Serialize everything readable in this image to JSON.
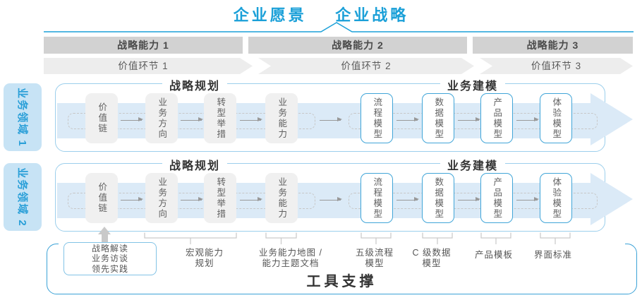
{
  "header": {
    "vision": "企业愿景",
    "strategy": "企业战略",
    "capabilities": [
      {
        "label": "战略能力 1"
      },
      {
        "label": "战略能力 2"
      },
      {
        "label": "战略能力 3"
      }
    ],
    "value_links": [
      {
        "label": "价值环节 1"
      },
      {
        "label": "价值环节 2"
      },
      {
        "label": "价值环节 3"
      }
    ]
  },
  "sidebar": {
    "domains": [
      {
        "label": "业务领域 1"
      },
      {
        "label": "业务领域 2"
      }
    ]
  },
  "row": {
    "planning_title": "战略规划",
    "modeling_title": "业务建模",
    "planning_boxes": [
      {
        "label": "价值链"
      },
      {
        "label": "业务方向"
      },
      {
        "label": "转型举措"
      },
      {
        "label": "业务能力"
      }
    ],
    "modeling_boxes": [
      {
        "label": "流程模型"
      },
      {
        "label": "数据模型"
      },
      {
        "label": "产品模型"
      },
      {
        "label": "体验模型"
      }
    ]
  },
  "footer": {
    "practice_box": {
      "lines": [
        "战略解读",
        "业务访谈",
        "领先实践"
      ]
    },
    "annotations": [
      {
        "lines": [
          "宏观能力",
          "规划"
        ]
      },
      {
        "lines": [
          "业务能力地图 /",
          "能力主题文档"
        ]
      },
      {
        "lines": [
          "五级流程",
          "模型"
        ]
      },
      {
        "lines": [
          "C 级数据",
          "模型"
        ]
      },
      {
        "lines": [
          "产品模板"
        ]
      },
      {
        "lines": [
          "界面标准"
        ]
      }
    ],
    "tool_support": "工具支撑"
  },
  "colors": {
    "accent_blue": "#1ba0d8",
    "row_border": "#9ccfec",
    "tool_border": "#3ba2d7",
    "band_blue": "#dbeaf7",
    "bar_gray": "#d2d2d2",
    "chevron_gray": "#ededed",
    "box_gray": "#f0f0f0",
    "box_border_blue": "#41a5d8",
    "sidebar_blue": "#c7e3f5",
    "dash_gray": "#c7c7c7",
    "arrow_gray": "#999999",
    "bracket_gray": "#c9c9c9"
  }
}
